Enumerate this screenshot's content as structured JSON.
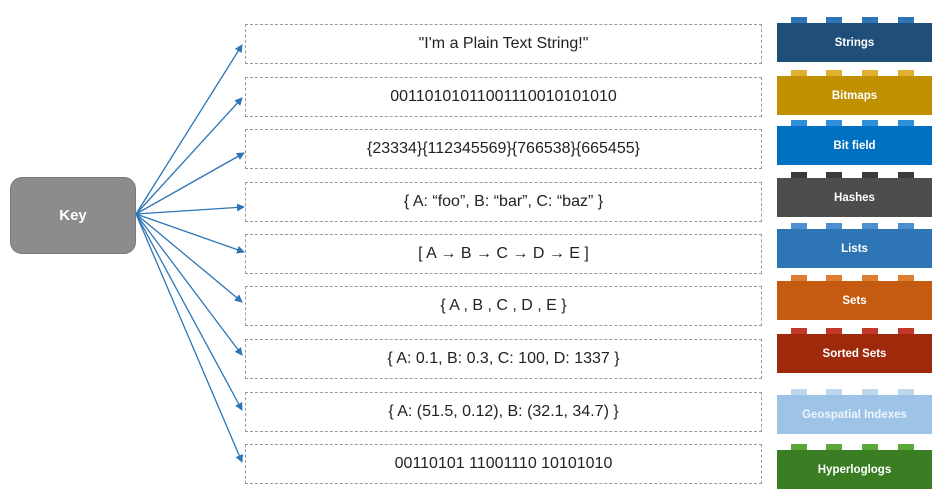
{
  "key": {
    "label": "Key"
  },
  "values": [
    "\"I'm a Plain Text String!\"",
    "00110101011001110010101010",
    "{23334}{112345569}{766538}{665455}",
    "{ A: “foo”, B: “bar”, C: “baz”  }",
    "[ A → B → C → D → E ]",
    "{  A , B , C , D , E  }",
    "{ A: 0.1, B: 0.3, C: 100, D: 1337 }",
    "{ A: (51.5, 0.12), B: (32.1, 34.7)  }",
    "00110101 11001110 10101010"
  ],
  "types": [
    {
      "label": "Strings",
      "color": "#1f4e79",
      "stud": "#2e75b6"
    },
    {
      "label": "Bitmaps",
      "color": "#c09000",
      "stud": "#e0b030"
    },
    {
      "label": "Bit field",
      "color": "#0070c0",
      "stud": "#2f8fd8"
    },
    {
      "label": "Hashes",
      "color": "#4d4d4d",
      "stud": "#3a3a3a"
    },
    {
      "label": "Lists",
      "color": "#2e75b6",
      "stud": "#4f8fcf"
    },
    {
      "label": "Sets",
      "color": "#c55a11",
      "stud": "#e07b30"
    },
    {
      "label": "Sorted Sets",
      "color": "#9e2a0b",
      "stud": "#c0392b"
    },
    {
      "label": "Geospatial Indexes",
      "color": "#9dc3e6",
      "stud": "#bdd7ee",
      "text": "#eef5fb"
    },
    {
      "label": "Hyperloglogs",
      "color": "#3a7d22",
      "stud": "#5aa63a"
    }
  ],
  "colors": {
    "arrow": "#2e75b6"
  }
}
